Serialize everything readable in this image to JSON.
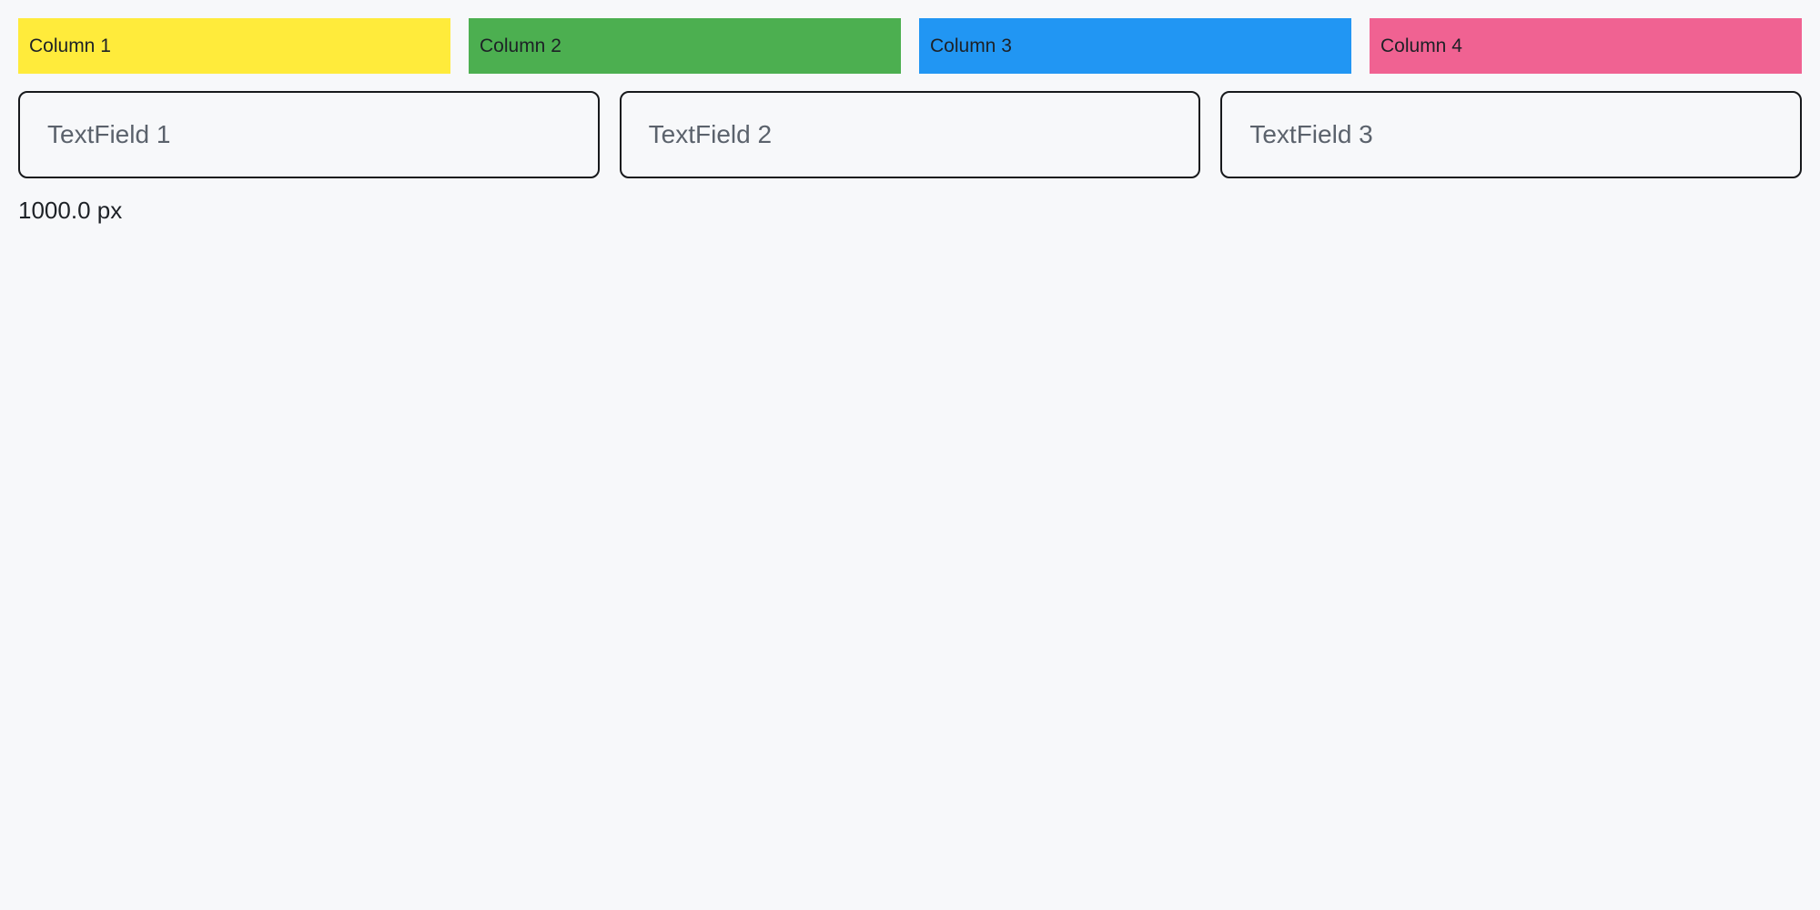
{
  "window": {
    "background_color": "#f7f8fa",
    "width_label": "1000.0 px"
  },
  "columns": [
    {
      "label": "Column 1",
      "color": "#ffeb3b"
    },
    {
      "label": "Column 2",
      "color": "#4caf50"
    },
    {
      "label": "Column 3",
      "color": "#2196f3"
    },
    {
      "label": "Column 4",
      "color": "#f06292"
    }
  ],
  "textfields": [
    {
      "placeholder": "TextField 1",
      "value": ""
    },
    {
      "placeholder": "TextField 2",
      "value": ""
    },
    {
      "placeholder": "TextField 3",
      "value": ""
    }
  ]
}
